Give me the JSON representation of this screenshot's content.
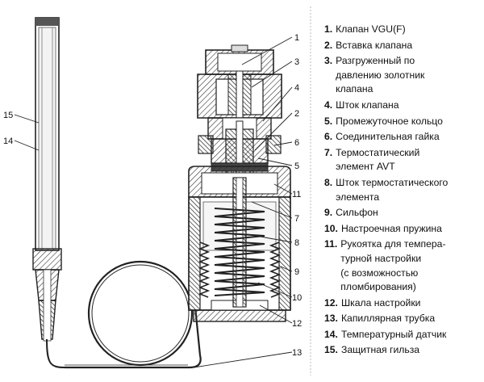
{
  "callouts": [
    "1",
    "3",
    "4",
    "2",
    "6",
    "5",
    "11",
    "7",
    "8",
    "9",
    "10",
    "12",
    "13",
    "15",
    "14"
  ],
  "legend": [
    {
      "num": "1.",
      "text": "Клапан VGU(F)"
    },
    {
      "num": "2.",
      "text": "Вставка клапана"
    },
    {
      "num": "3.",
      "text": "Разгруженный по\nдавлению золотник\nклапана"
    },
    {
      "num": "4.",
      "text": "Шток клапана"
    },
    {
      "num": "5.",
      "text": "Промежуточное кольцо"
    },
    {
      "num": "6.",
      "text": "Соединительная гайка"
    },
    {
      "num": "7.",
      "text": "Термостатический\nэлемент AVT"
    },
    {
      "num": "8.",
      "text": "Шток термостатического\nэлемента"
    },
    {
      "num": "9.",
      "text": "Сильфон"
    },
    {
      "num": "10.",
      "text": "Настроечная пружина"
    },
    {
      "num": "11.",
      "text": "Рукоятка для темпера-\nтурной настройки\n(с возможностью\nпломбирования)"
    },
    {
      "num": "12.",
      "text": "Шкала настройки"
    },
    {
      "num": "13.",
      "text": "Капиллярная трубка"
    },
    {
      "num": "14.",
      "text": "Температурный датчик"
    },
    {
      "num": "15.",
      "text": "Защитная гильза"
    }
  ]
}
